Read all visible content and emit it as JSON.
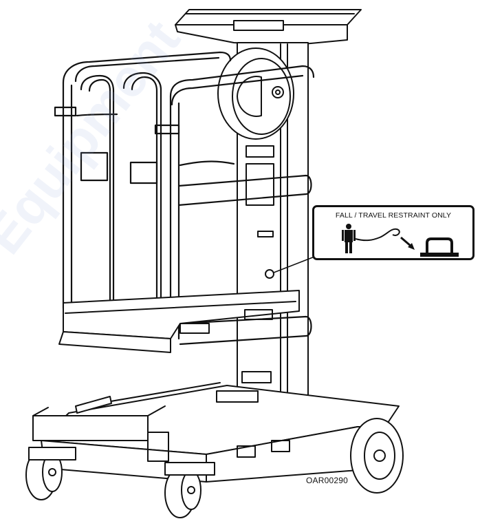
{
  "decal": {
    "title": "FALL / TRAVEL RESTRAINT ONLY",
    "icons": [
      "person-harness-icon",
      "lanyard-icon",
      "arrow-icon",
      "anchor-point-icon"
    ]
  },
  "reference_code": "OAR00290",
  "watermark": "Equipment",
  "colors": {
    "line": "#111111",
    "background": "#ffffff"
  }
}
